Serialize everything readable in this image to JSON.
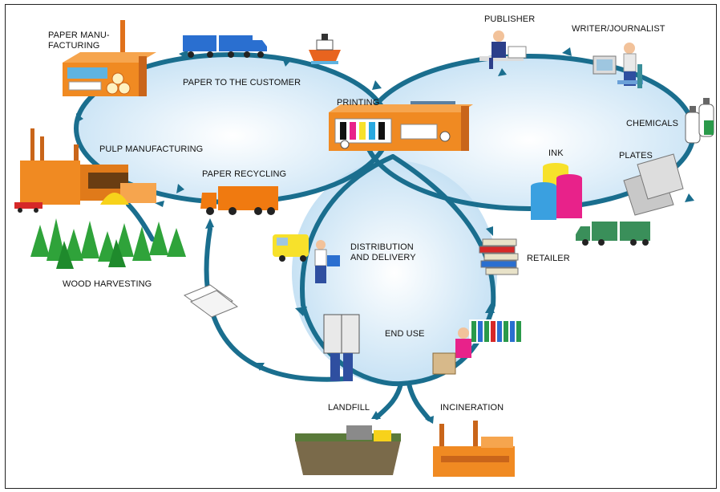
{
  "stages": {
    "paper_manufacturing": "PAPER MANU-\nFACTURING",
    "paper_to_customer": "PAPER TO THE CUSTOMER",
    "printing": "PRINTING",
    "publisher": "PUBLISHER",
    "writer_journalist": "WRITER/JOURNALIST",
    "chemicals": "CHEMICALS",
    "ink": "INK",
    "plates": "PLATES",
    "pulp_manufacturing": "PULP MANUFACTURING",
    "paper_recycling": "PAPER RECYCLING",
    "wood_harvesting": "WOOD HARVESTING",
    "distribution": "DISTRIBUTION\nAND DELIVERY",
    "retailer": "RETAILER",
    "end_use": "END USE",
    "landfill": "LANDFILL",
    "incineration": "INCINERATION"
  },
  "colors": {
    "arrow": "#1a6e8e",
    "loop_fill": "#cfe6f6",
    "factory_orange": "#f08a22",
    "truck_blue": "#2a6fd0",
    "truck_orange": "#f07a10",
    "truck_green": "#3a8f5a",
    "tree_green": "#2fa33a"
  },
  "icons": [
    "paper-mill-icon",
    "blue-truck-icon",
    "ship-icon",
    "publisher-icon",
    "writer-icon",
    "printing-press-icon",
    "chemical-bottles-icon",
    "ink-barrels-icon",
    "printing-plates-icon",
    "green-truck-icon",
    "pulp-mill-icon",
    "orange-truck-icon",
    "forest-icon",
    "delivery-van-icon",
    "books-icon",
    "newspaper-reader-icon",
    "reading-woman-icon",
    "waste-paper-icon",
    "landfill-icon",
    "incinerator-icon"
  ]
}
